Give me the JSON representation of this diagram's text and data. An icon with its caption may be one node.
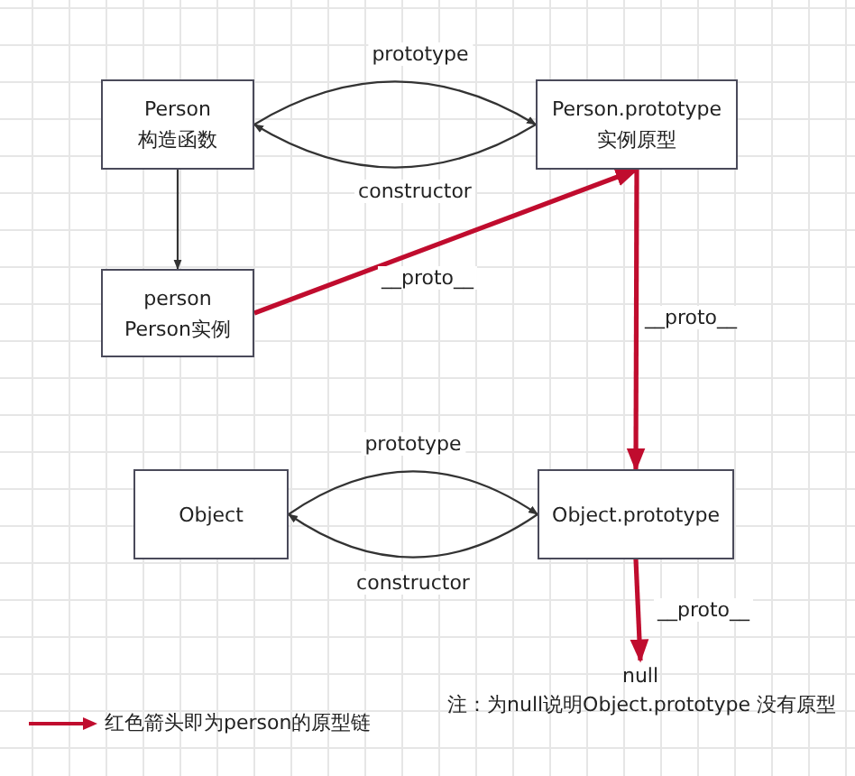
{
  "diagram": {
    "nodes": [
      {
        "text": [
          "Person",
          "构造函数"
        ]
      },
      {
        "text": [
          "Person.prototype",
          "实例原型"
        ]
      },
      {
        "text": [
          "person",
          "Person实例"
        ]
      },
      {
        "text": [
          "Object"
        ]
      },
      {
        "text": [
          "Object.prototype"
        ]
      },
      {
        "text": [
          "null"
        ]
      }
    ],
    "edges": [
      {
        "from": 0,
        "to": 1,
        "arrow": "to",
        "label": "prototype"
      },
      {
        "from": 1,
        "to": 0,
        "arrow": "to",
        "label": "constructor"
      },
      {
        "from": 0,
        "to": 2,
        "arrow": "to"
      },
      {
        "from": 2,
        "to": 1,
        "arrow": "to",
        "label": "__proto__",
        "style": "thick",
        "color": "#c00c2e"
      },
      {
        "from": 1,
        "to": 4,
        "arrow": "to",
        "label": "__proto__",
        "style": "thick",
        "color": "#c00c2e"
      },
      {
        "from": 3,
        "to": 4,
        "arrow": "to",
        "label": "prototype"
      },
      {
        "from": 4,
        "to": 3,
        "arrow": "to",
        "label": "constructor"
      },
      {
        "from": 4,
        "to": 5,
        "arrow": "to",
        "label": "__proto__",
        "style": "thick",
        "color": "#c00c2e"
      }
    ],
    "labels": [
      "注：为null说明Object.prototype 没有原型"
    ],
    "legend": [
      {
        "text": "红色箭头即为person的原型链"
      }
    ]
  }
}
